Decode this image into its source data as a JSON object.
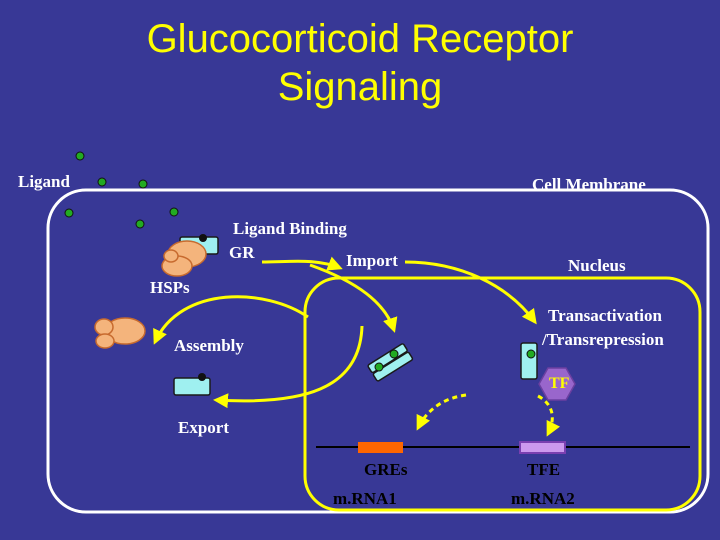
{
  "title": {
    "line1": "Glucocorticoid Receptor",
    "line2": "Signaling"
  },
  "labels": {
    "ligand": "Ligand",
    "cell_membrane": "Cell Membrane",
    "ligand_binding": "Ligand Binding",
    "gr": "GR",
    "import": "Import",
    "nucleus": "Nucleus",
    "hsps": "HSPs",
    "transactivation": "Transactivation",
    "transrepression": "/Transrepression",
    "assembly": "Assembly",
    "tf": "TF",
    "export": "Export",
    "gres": "GREs",
    "tfe": "TFE",
    "mrna1": "m.RNA1",
    "mrna2": "m.RNA2"
  },
  "colors": {
    "background": "#383896",
    "title": "#ffff00",
    "arrow": "#ffff00",
    "membrane": "#ffffff",
    "ligand": "#22aa22",
    "receptor": "#9ff0f0",
    "hsp": "#f4b47c",
    "tf": "#9966cc",
    "gre": "#ff6600",
    "tfe": "#aa66cc"
  }
}
